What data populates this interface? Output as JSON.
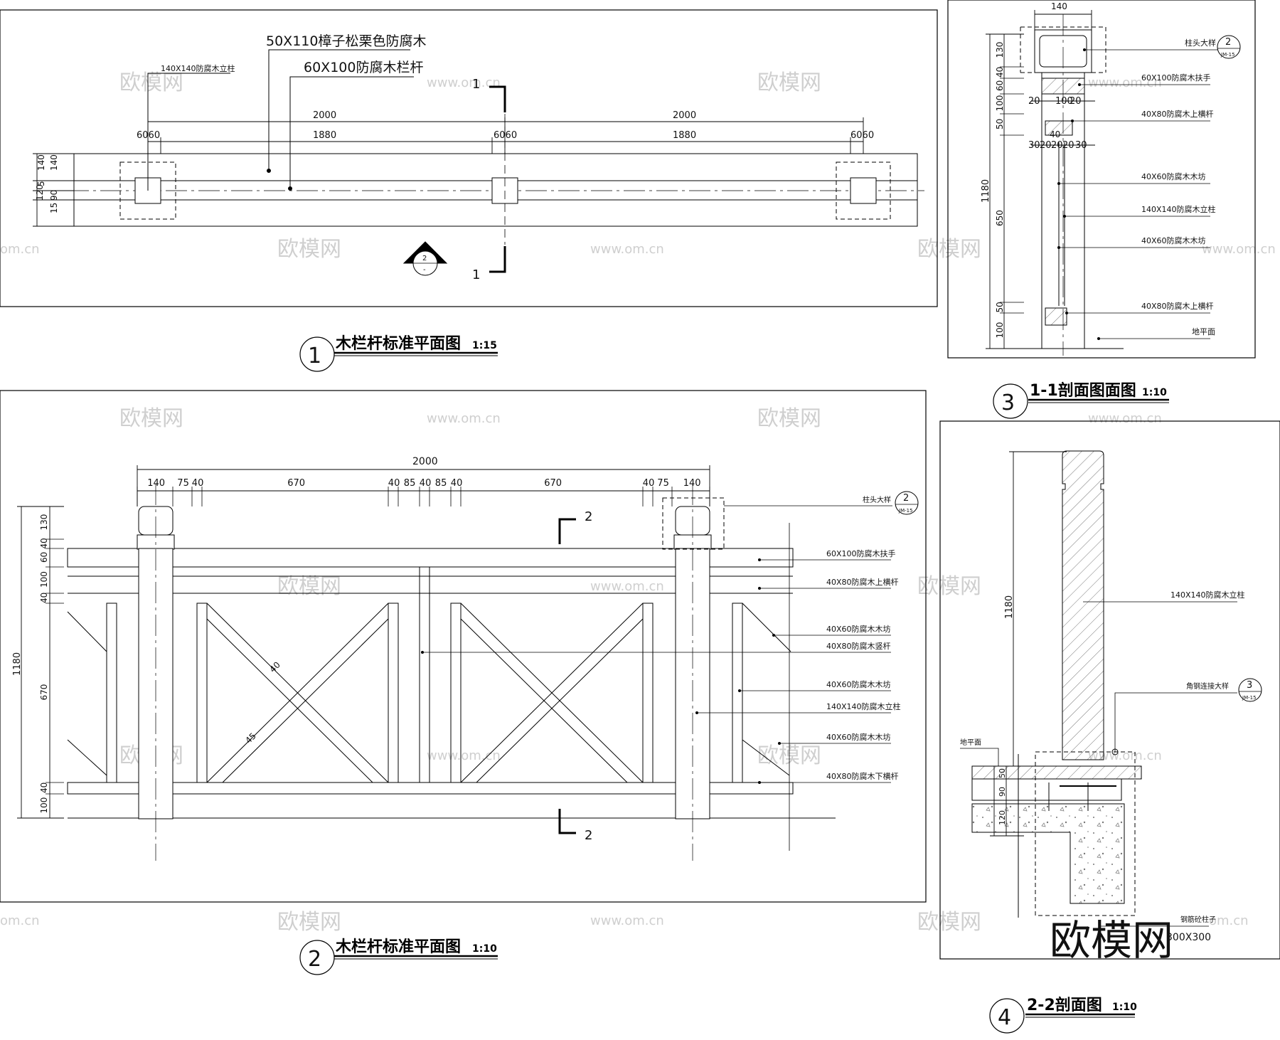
{
  "watermarks": {
    "brand": "欧模网",
    "site": "www.om.cn",
    "site_short": "om.cn"
  },
  "p1": {
    "num": "1",
    "title": "木栏杆标准平面图",
    "scale": "1:15",
    "label_board": "50X110樟子松栗色防腐木",
    "label_rail": "60X100防腐木栏杆",
    "label_post": "140X140防腐木立柱",
    "dim_2000": "2000",
    "dim_1880": "1880",
    "dim_6060": "6060",
    "dim_v140": "140",
    "dim_v5": "5",
    "dim_v120": "120",
    "dim_v90": "90",
    "dim_v15": "15",
    "cut_mark": "1",
    "index_num": "2",
    "index_sheet": "-"
  },
  "p2": {
    "num": "2",
    "title": "木栏杆标准平面图",
    "scale": "1:10",
    "top_dims": [
      "140",
      "75",
      "40",
      "670",
      "40",
      "85",
      "40",
      "85",
      "40",
      "670",
      "40",
      "75",
      "140"
    ],
    "dim_total": "2000",
    "vdims": [
      "130",
      "40",
      "60",
      "100",
      "40",
      "670",
      "40",
      "100"
    ],
    "vdim_total": "1180",
    "dim_40": "40",
    "dim_45": "45",
    "cut_mark": "2",
    "labels": [
      "60X100防腐木扶手",
      "40X80防腐木上横杆",
      "40X60防腐木木坊",
      "40X80防腐木竖杆",
      "40X60防腐木木坊",
      "140X140防腐木立柱",
      "40X60防腐木木坊",
      "40X80防腐木下横杆"
    ],
    "ref_title": "柱头大样",
    "ref_num": "2",
    "ref_sheet": "JM-15"
  },
  "p3": {
    "num": "3",
    "title": "1-1剖面图面图",
    "scale": "1:10",
    "dim_140": "140",
    "vdims": [
      "130",
      "40",
      "60",
      "100",
      "50",
      "650",
      "50",
      "100"
    ],
    "vdim_total": "1180",
    "h_a": [
      "20",
      "100",
      "20"
    ],
    "h_b": [
      "30",
      "20",
      "20",
      "20",
      "30"
    ],
    "h_40": "40",
    "labels": [
      "柱头大样",
      "60X100防腐木扶手",
      "40X80防腐木上横杆",
      "40X60防腐木木坊",
      "140X140防腐木立柱",
      "40X60防腐木木坊",
      "40X80防腐木上横杆",
      "地平面"
    ],
    "ref_num": "2",
    "ref_sheet": "JM-15"
  },
  "p4": {
    "num": "4",
    "title": "2-2剖面图",
    "scale": "1:10",
    "vdim_total": "1180",
    "vdims": [
      "50",
      "90",
      "120"
    ],
    "label_post": "140X140防腐木立柱",
    "label_conn": "角钢连接大样",
    "label_ground": "地平面",
    "label_base1": "钢筋砼柱子",
    "label_base2": "300X300",
    "ref_num": "3",
    "ref_sheet": "JM-15"
  }
}
